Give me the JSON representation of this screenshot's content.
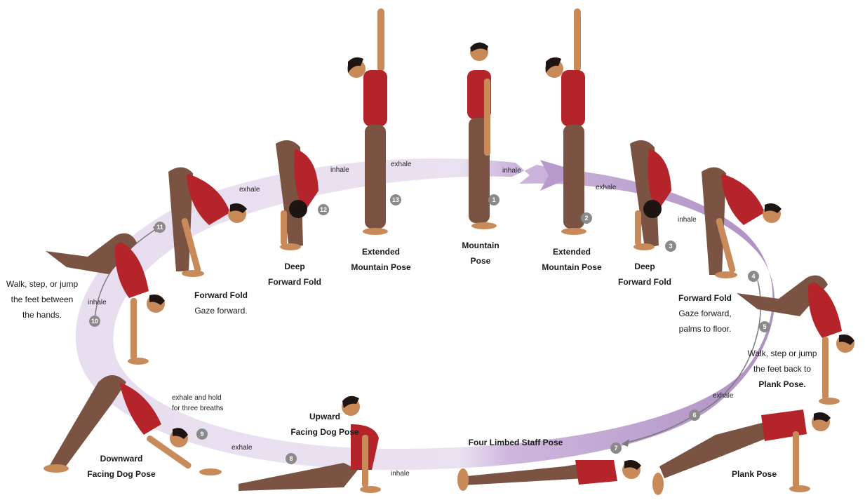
{
  "colors": {
    "band_light": "#ece4f1",
    "band_mid": "#d9c9e6",
    "band_dark": "#b89bcc",
    "skin": "#c98a5a",
    "shirt": "#b5242a",
    "tights": "#7a5342",
    "hair": "#1e1512",
    "number_badge": "#8a8a8a",
    "arrow": "#7a7a7a"
  },
  "poses": [
    {
      "num": "1",
      "title": "Mountain",
      "title2": "Pose",
      "note": ""
    },
    {
      "num": "2",
      "title": "Extended",
      "title2": "Mountain Pose",
      "note": ""
    },
    {
      "num": "3",
      "title": "Deep",
      "title2": "Forward Fold",
      "note": ""
    },
    {
      "num": "4",
      "title": "Forward Fold",
      "title2": "",
      "note": "Gaze forward,",
      "note2": "palms to floor."
    },
    {
      "num": "5",
      "title": "",
      "title2": "",
      "note": ""
    },
    {
      "num": "6",
      "title": "",
      "title2": "",
      "note": ""
    },
    {
      "num": "7",
      "title": "Four Limbed Staff Pose",
      "title2": "",
      "note": ""
    },
    {
      "num": "8",
      "title": "Upward",
      "title2": "Facing Dog Pose",
      "note": ""
    },
    {
      "num": "9",
      "title": "Downward",
      "title2": "Facing Dog Pose",
      "note": ""
    },
    {
      "num": "10",
      "title": "",
      "title2": "",
      "note": ""
    },
    {
      "num": "11",
      "title": "Forward Fold",
      "title2": "",
      "note": "Gaze forward."
    },
    {
      "num": "12",
      "title": "Deep",
      "title2": "Forward Fold",
      "note": ""
    },
    {
      "num": "13",
      "title": "Extended",
      "title2": "Mountain Pose",
      "note": ""
    }
  ],
  "plank": {
    "title": "Plank Pose"
  },
  "walk_back": {
    "line1": "Walk, step or jump",
    "line2": "the feet back to",
    "line3": "Plank Pose."
  },
  "walk_forward": {
    "line1": "Walk, step, or jump",
    "line2": "the feet between",
    "line3": "the hands."
  },
  "breath": {
    "b1": "inhale",
    "b2": "exhale",
    "b3": "inhale",
    "b4": "inhale",
    "b5": "exhale",
    "b6": "inhale",
    "b7": "exhale",
    "b8": "exhale and hold",
    "b8b": "for three breaths",
    "b9": "exhale",
    "b10": "exhale",
    "b11": "inhale",
    "b12": "exhale"
  }
}
